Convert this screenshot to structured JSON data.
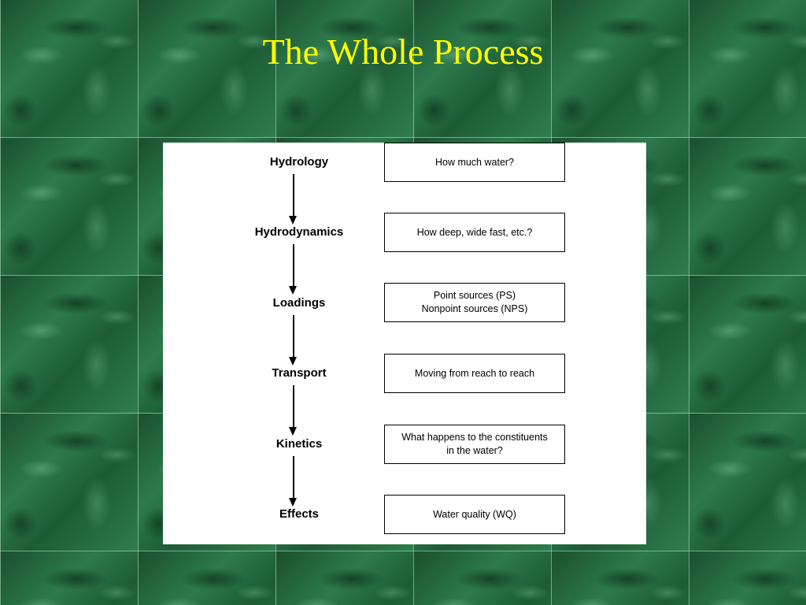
{
  "slide": {
    "title": "The Whole Process",
    "title_color": "#ffff00",
    "background_color": "#1f5a38"
  },
  "diagram": {
    "stages": [
      {
        "label": "Hydrology",
        "description": "How much water?"
      },
      {
        "label": "Hydrodynamics",
        "description": "How deep, wide fast, etc.?"
      },
      {
        "label": "Loadings",
        "description": "Point sources (PS)\nNonpoint sources (NPS)"
      },
      {
        "label": "Transport",
        "description": "Moving from reach to reach"
      },
      {
        "label": "Kinetics",
        "description": "What happens to the constituents\nin the water?"
      },
      {
        "label": "Effects",
        "description": "Water quality (WQ)"
      }
    ]
  }
}
